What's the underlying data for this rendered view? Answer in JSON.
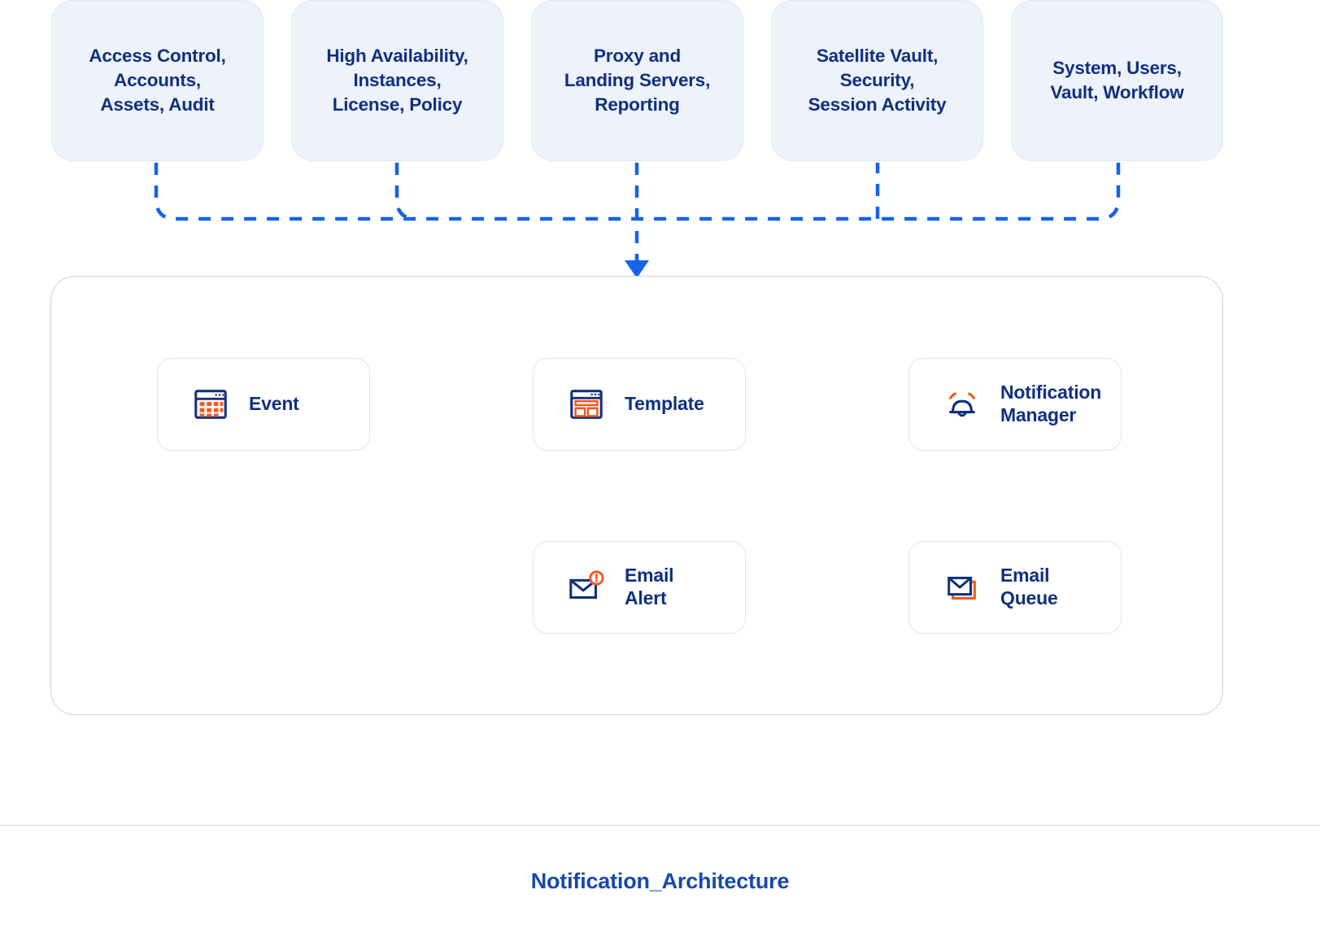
{
  "diagram": {
    "title": "Notification_Architecture",
    "colors": {
      "brand_blue": "#10307e",
      "accent_blue": "#1763e8",
      "accent_orange": "#f4571f",
      "box_fill": "#edf2fb",
      "card_border": "#dce6f5",
      "container_border": "#cfd3d8",
      "title_blue": "#1549ae"
    },
    "source_boxes": [
      {
        "id": "access-control",
        "label": "Access Control,\nAccounts,\nAssets, Audit"
      },
      {
        "id": "high-availability",
        "label": "High Availability,\nInstances,\nLicense, Policy"
      },
      {
        "id": "proxy-landing",
        "label": "Proxy and\nLanding Servers,\nReporting"
      },
      {
        "id": "satellite-vault",
        "label": "Satellite Vault,\nSecurity,\nSession Activity"
      },
      {
        "id": "system-users",
        "label": "System, Users,\nVault, Workflow"
      }
    ],
    "nodes": [
      {
        "id": "event",
        "label": "Event",
        "icon": "calendar-icon"
      },
      {
        "id": "template",
        "label": "Template",
        "icon": "browser-layout-icon"
      },
      {
        "id": "notification-manager",
        "label": "Notification\nManager",
        "icon": "bell-ringing-icon"
      },
      {
        "id": "email-alert",
        "label": "Email\nAlert",
        "icon": "envelope-alert-icon"
      },
      {
        "id": "email-queue",
        "label": "Email\nQueue",
        "icon": "envelope-stack-icon"
      }
    ],
    "connections": [
      {
        "from": "source-bus",
        "to": "main-container",
        "style": "dashed",
        "direction": "down"
      },
      {
        "from": "event",
        "to": "template",
        "style": "dashed",
        "direction": "right"
      },
      {
        "from": "template",
        "to": "notification-manager",
        "style": "dashed",
        "direction": "right"
      },
      {
        "from": "email-queue",
        "to": "email-alert",
        "style": "dashed",
        "direction": "left"
      }
    ]
  }
}
